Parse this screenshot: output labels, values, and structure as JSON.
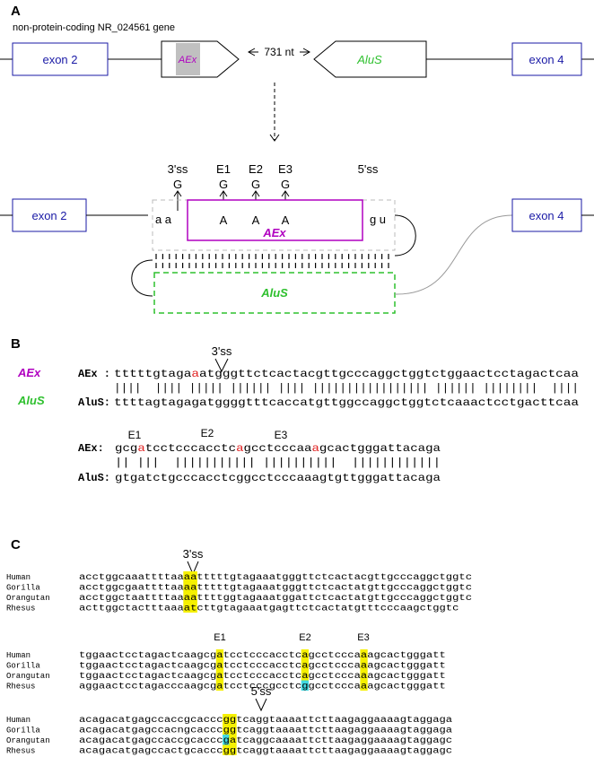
{
  "panelA": {
    "letter": "A",
    "gene_label": "non-protein-coding NR_024561 gene",
    "exon2": "exon 2",
    "exon4": "exon 4",
    "aex": "AEx",
    "alus": "AluS",
    "distance": "731 nt",
    "ss3": "3'ss",
    "ss5": "5'ss",
    "e_labels": [
      "E1",
      "E2",
      "E3"
    ],
    "g": "G",
    "a": "A",
    "aa": "a a",
    "gu": "g u",
    "colors": {
      "exon": "#1a1aa6",
      "aex": "#b000c0",
      "alus": "#2ec02e",
      "grey_box": "#c0c0c0"
    }
  },
  "panelB": {
    "letter": "B",
    "aex_side": "AEx",
    "alus_side": "AluS",
    "ss3": "3'ss",
    "row1": {
      "aex_label": "AEx :",
      "aex_pre": "tttttgtaga",
      "aex_hl": "a",
      "aex_post": "atgggttctcactacgttgcccaggctggtctggaactcctagactcaa",
      "bars": "||||  |||| ||||| |||||| |||| ||||||||||||||||| |||||| ||||||||  ||||",
      "alus_label": "AluS:",
      "alus_seq": "ttttagtagagatggggtttcaccatgttggccaggctggtctcaaactcctgacttcaa"
    },
    "row2": {
      "labels": [
        "E1",
        "E2",
        "E3"
      ],
      "aex_label": "AEx:",
      "aex_parts": [
        "gcg",
        "a",
        "tcctcccacctc",
        "a",
        "gcctcccaa",
        "a",
        "gcactgggattacaga"
      ],
      "bars": "|| |||  ||||||||||| ||||||||||  ||||||||||||",
      "alus_label": "AluS:",
      "alus_seq": "gtgatctgcccacctcggcctcccaaagtgttgggattacaga"
    }
  },
  "panelC": {
    "letter": "C",
    "species": [
      "Human",
      "Gorilla",
      "Orangutan",
      "Rhesus"
    ],
    "ss3": "3'ss",
    "ss5": "5'ss",
    "e_labels": [
      "E1",
      "E2",
      "E3"
    ],
    "block1": [
      "acctggcaaattttaaaatttttgtagaaatgggttctcactacgttgcccaggctggtc",
      "acctggcgaattttaaaatttttgtagaaatgggttctcactatgttgcccaggctggtc",
      "acctggctaattttaaaattttggtagaaatggattctcactatgttgcccaggctggtc",
      "acttggctactttaaaatcttgtagaaatgagttctcactatgtttcccaagctggtc"
    ],
    "block2": [
      "tggaactcctagactcaagcgatcctcccacctcagcctcccaaagcactgggatt",
      "tggaactcctagactcaagcgatcctcccacctcagcctcccaaagcactgggatt",
      "tggaactcctagactcaagcgatcctcccacctcagcctcccaaagcactgggatt",
      "aggaactcctagacccaagcgatcctcccgcctcggcctcccaaagcactgggatt"
    ],
    "block3": [
      "acagacatgagccaccgcacccggtcaggtaaaattcttaagaggaaaagtaggaga",
      "acagacatgagccacngcacccggtcaggtaaaattcttaagaggaaaagtaggaga",
      "acagacatgagccaccgcacccgatcaggcaaaattcttaagaggaaaagtaggagc",
      "acagacatgagccactgcacccggtcaggtaaaattcttaagaggaaaagtaggagc"
    ],
    "colors": {
      "yellow": "#f5f000",
      "cyan": "#40d8e0",
      "red": "#e02020"
    }
  }
}
